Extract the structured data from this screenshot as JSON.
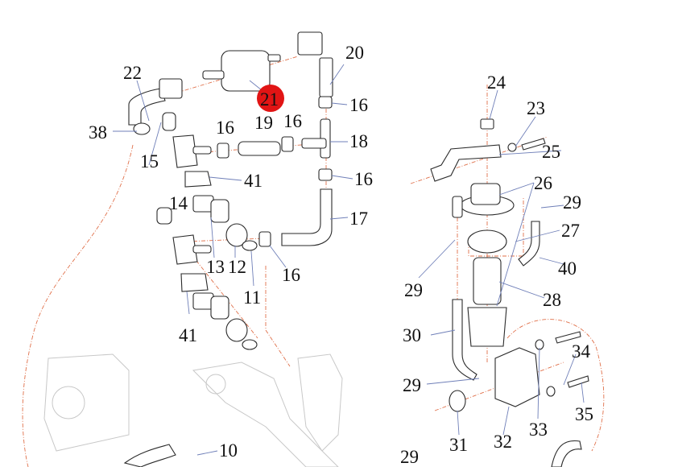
{
  "diagram": {
    "type": "exploded-parts-diagram",
    "highlight_color": "#e11414",
    "highlighted_callout": "21",
    "callouts": {
      "c22": "22",
      "c38": "38",
      "c21": "21",
      "c20": "20",
      "c16a": "16",
      "c19": "19",
      "c16b": "16",
      "c16c": "16",
      "c18": "18",
      "c15": "15",
      "c41a": "41",
      "c16d": "16",
      "c14": "14",
      "c17": "17",
      "c13": "13",
      "c12": "12",
      "c16e": "16",
      "c11": "11",
      "c41b": "41",
      "c10": "10",
      "c24": "24",
      "c23": "23",
      "c25": "25",
      "c26": "26",
      "c29a": "29",
      "c27": "27",
      "c40": "40",
      "c29b": "29",
      "c28": "28",
      "c30": "30",
      "c34": "34",
      "c29c": "29",
      "c35": "35",
      "c33": "33",
      "c31": "31",
      "c32": "32",
      "c29d": "29"
    }
  }
}
